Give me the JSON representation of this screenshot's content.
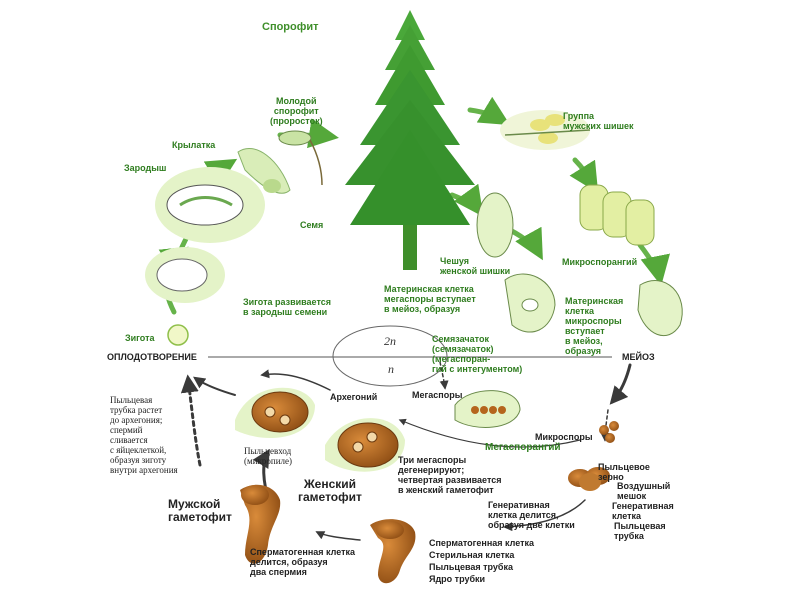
{
  "title": "Спорофит",
  "sporophyte": {
    "young_sporophyte": "Молодой\nспорофит\n(проросток)",
    "wing": "Крылатка",
    "embryo": "Зародыш",
    "seed": "Семя",
    "zygote_develops": "Зигота развивается\nв зародыш семени",
    "zygote": "Зигота",
    "male_cones": "Группа\nмужских шишек",
    "female_scale": "Чешуя\nженской шишки",
    "microsporangium": "Микроспорангий",
    "megaspore_mother": "Материнская клетка\nмегаспоры вступает\nв мейоз, образуя",
    "microspore_mother": "Материнская\nклетка\nмикроспоры\nвступает\nв мейоз,\nобразуя",
    "ovule": "Семязачаток\n(семязачаток)\n(мегаспоран-\nгий с интегументом)"
  },
  "phases": {
    "fertilization": "ОПЛОДОТВОРЕНИЕ",
    "meiosis": "МЕЙОЗ",
    "diploid": "2n",
    "haploid": "n"
  },
  "gametophyte": {
    "pollen_tube_grows": "Пыльцевая\nтрубка растет\nдо архегония;\nспермий\nсливается\nс яйцеклеткой,\nобразуя зиготу\nвнутри архегония",
    "archegonium": "Архегоний",
    "megaspores": "Мегаспоры",
    "micropyle": "Пыльцевход\n(микропиле)",
    "female_gametophyte": "Женский\nгаметофит",
    "three_degenerate": "Три мегаспоры\nдегенерируют;\nчетвертая развивается\nв женский гаметофит",
    "megasporangium": "Мегаспорангий",
    "microspores": "Микроспоры",
    "pollen_grain": "Пыльцевое\nзерно",
    "air_sac": "Воздушный\nмешок",
    "generative_cell": "Генеративная\nклетка",
    "pollen_tube": "Пыльцевая\nтрубка",
    "male_gametophyte": "Мужской\nгаметофит",
    "generative_divides": "Генеративная\nклетка делится,\nобразуя две клетки",
    "spermatogenous_divides": "Сперматогенная клетка\nделится, образуя\nдва спермия",
    "spermatogenous_cell": "Сперматогенная клетка",
    "sterile_cell": "Стерильная клетка",
    "pollen_tube_label": "Пыльцевая трубка",
    "tube_nucleus": "Ядро трубки"
  },
  "colors": {
    "label_green": "#2f7d1f",
    "blob_green": "#e4f3c8",
    "tree_green": "#3f9f2f",
    "brown": "#b5651d",
    "arrow_dark": "#3a3a3a"
  }
}
